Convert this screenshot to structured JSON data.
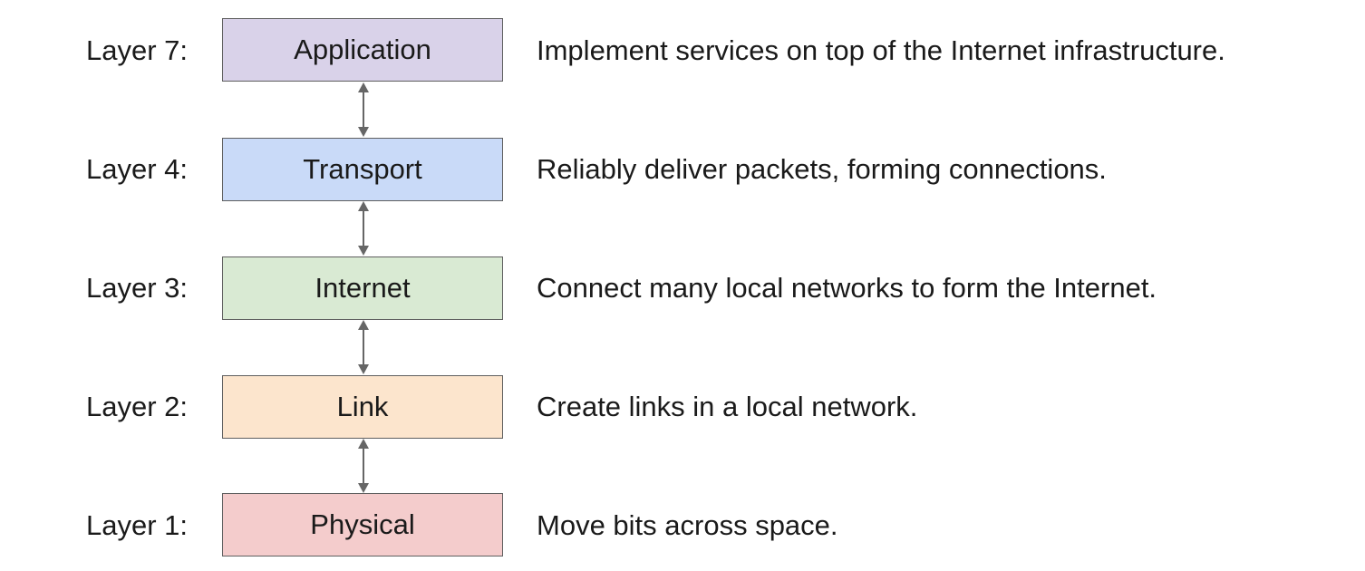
{
  "layers": [
    {
      "label": "Layer 7:",
      "name": "Application",
      "description": "Implement services on top of the Internet infrastructure.",
      "color": "#d9d2e9"
    },
    {
      "label": "Layer 4:",
      "name": "Transport",
      "description": "Reliably deliver packets, forming connections.",
      "color": "#c9daf8"
    },
    {
      "label": "Layer 3:",
      "name": "Internet",
      "description": "Connect many local networks to form the Internet.",
      "color": "#d9ead3"
    },
    {
      "label": "Layer 2:",
      "name": "Link",
      "description": "Create links in a local network.",
      "color": "#fce5cd"
    },
    {
      "label": "Layer 1:",
      "name": "Physical",
      "description": "Move bits across space.",
      "color": "#f4cccc"
    }
  ],
  "colors": {
    "border": "#5f5f5f",
    "arrow": "#666666",
    "text": "#1a1a1a"
  }
}
